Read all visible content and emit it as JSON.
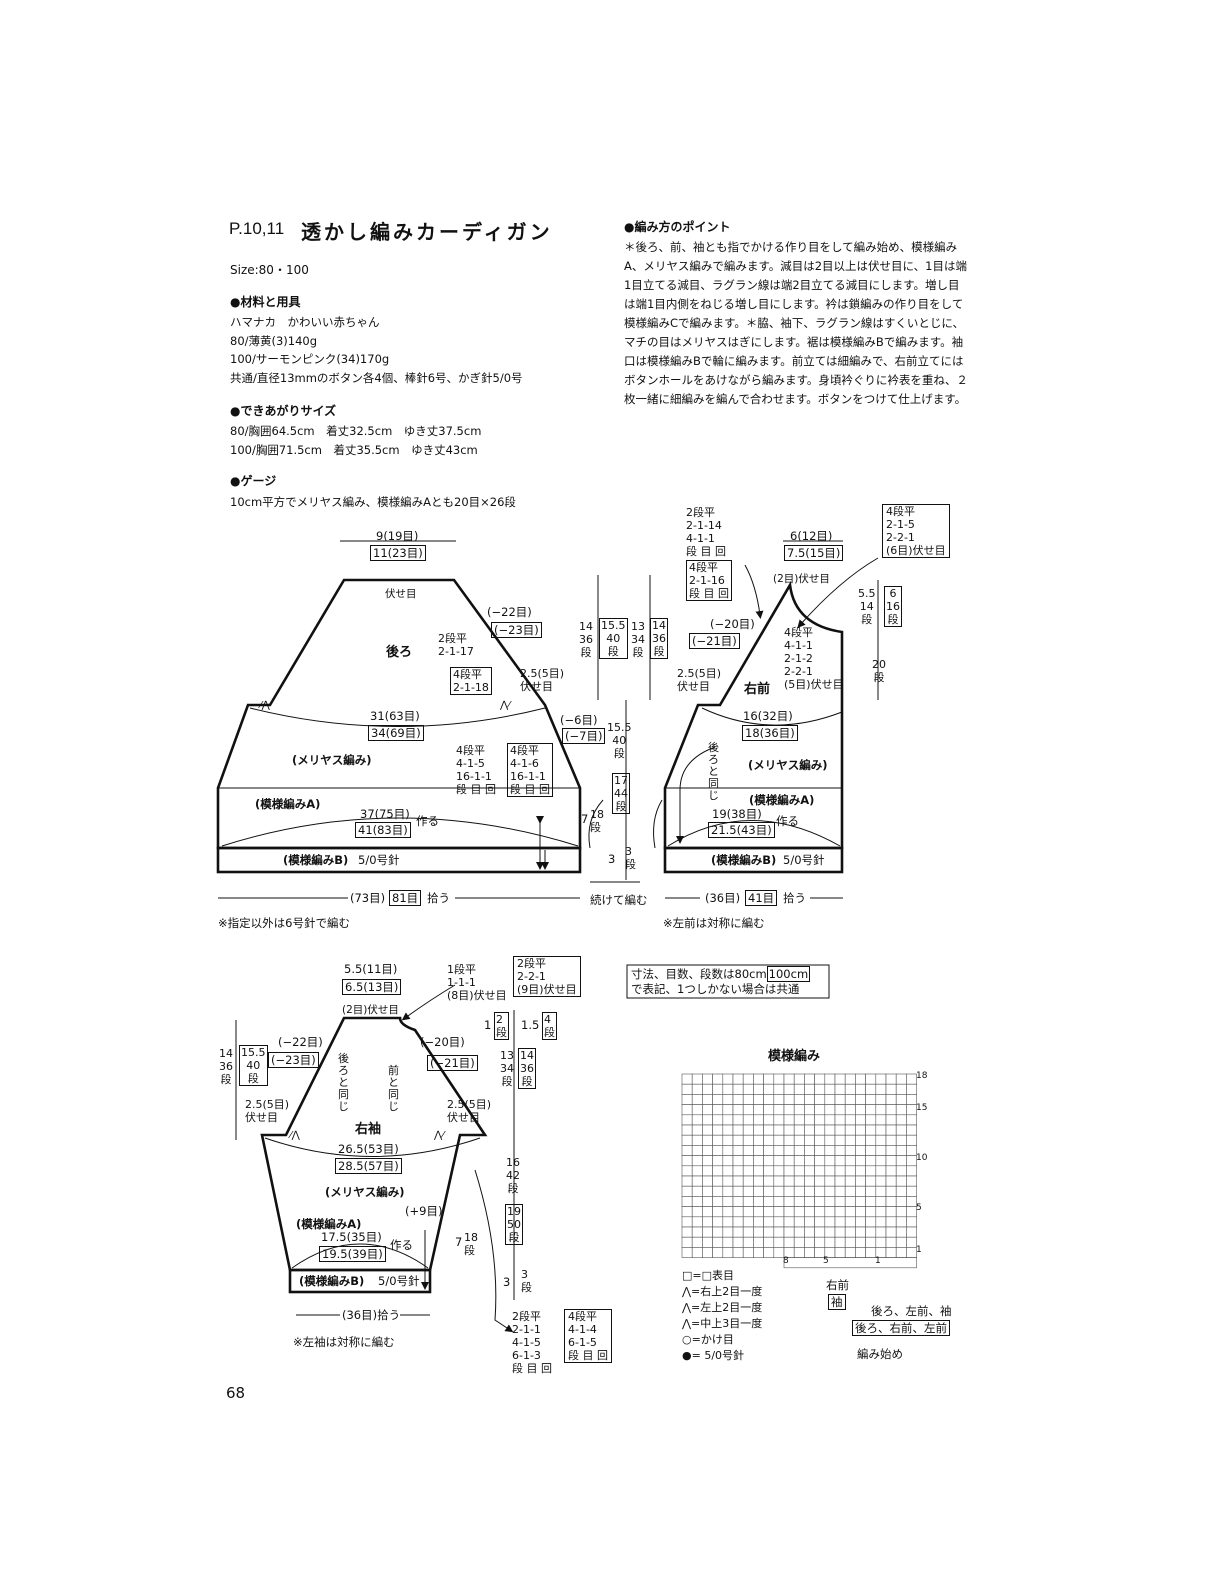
{
  "header": {
    "page_ref": "P.10,11",
    "title": "透かし編みカーディガン",
    "size": "Size:80・100"
  },
  "materials": {
    "heading": "●材料と用具",
    "lines": [
      "ハマナカ　かわいい赤ちゃん",
      "80/薄黄(3)140g",
      "100/サーモンピンク(34)170g",
      "共通/直径13mmのボタン各4個、棒針6号、かぎ針5/0号"
    ]
  },
  "finished": {
    "heading": "●できあがりサイズ",
    "lines": [
      "80/胸囲64.5cm　着丈32.5cm　ゆき丈37.5cm",
      "100/胸囲71.5cm　着丈35.5cm　ゆき丈43cm"
    ]
  },
  "gauge": {
    "heading": "●ゲージ",
    "lines": [
      "10cm平方でメリヤス編み、模様編みAとも20目×26段"
    ]
  },
  "points": {
    "heading": "●編み方のポイント",
    "text": "＊後ろ、前、袖とも指でかける作り目をして編み始め、模様編みA、メリヤス編みで編みます。減目は2目以上は伏せ目に、1目は端1目立てる減目、ラグラン線は端2目立てる減目にします。増し目は端1目内側をねじる増し目にします。衿は鎖編みの作り目をして模様編みCで編みます。＊脇、袖下、ラグラン線はすくいとじに、マチの目はメリヤスはぎにします。裾は模様編みBで編みます。袖口は模様編みBで輪に編みます。前立ては細編みで、右前立てにはボタンホールをあけながら編みます。身頃衿ぐりに衿表を重ね、２枚一緒に細編みを編んで合わせます。ボタンをつけて仕上げます。"
  },
  "back": {
    "top1": "9(19目)",
    "top2": "11(23目)",
    "bindoff": "伏せ目",
    "name": "後ろ",
    "dec_a": "2段平\n2-1-17",
    "dec_b": "4段平\n2-1-18",
    "side_a": "(−22目)",
    "side_b": "(−23目)",
    "arm": "2.5(5目)\n伏せ目",
    "chest1": "31(63目)",
    "chest2": "34(69目)",
    "stockinette": "(メリヤス編み)",
    "shape_a": "4段平\n4-1-5\n16-1-1\n段 目 回",
    "shape_b": "4段平\n4-1-6\n16-1-1\n段 目 回",
    "pat_a": "(模様編みA)",
    "cast1": "37(75目)",
    "cast2": "41(83目)",
    "make": "作る",
    "pat_b": "(模様編みB)",
    "needle": "5/0号針",
    "sdec_a": "(−6目)",
    "sdec_b": "(−7目)",
    "bottom1": "(73目)",
    "bottom2": "81目",
    "pick": "拾う",
    "note": "※指定以外は6号針で編む"
  },
  "center": {
    "r1_a": "14\n36\n段",
    "r1_b": "15.5\n40\n段",
    "r2_a": "13\n34\n段",
    "r2_b": "14\n36\n段",
    "mid_a": "15.5\n40\n段",
    "mid_b": "17\n44\n段",
    "seven": "7",
    "eighteen": "18\n段",
    "three": "3",
    "three_b": "3\n段",
    "continue": "続けて編む"
  },
  "front": {
    "top_neck_a": "2段平\n2-1-14\n4-1-1\n段 目 回",
    "top_neck_b": "4段平\n2-1-16\n段 目 回",
    "top1": "6(12目)",
    "top2": "7.5(15目)",
    "neck_bo": "(2目)伏せ目",
    "neck_r": "4段平\n2-1-5\n2-2-1\n(6目)伏せ目",
    "side_a": "(−20目)",
    "side_b": "(−21目)",
    "neck_dec": "4段平\n4-1-1\n2-1-2\n2-2-1\n(5目)伏せ目",
    "arm": "2.5(5目)\n伏せ目",
    "name": "右前",
    "chest1": "16(32目)",
    "chest2": "18(36目)",
    "same": "後ろと同じ",
    "stockinette": "(メリヤス編み)",
    "pat_a": "(模様編みA)",
    "cast1": "19(38目)",
    "cast2": "21.5(43目)",
    "make": "作る",
    "pat_b": "(模様編みB)",
    "needle": "5/0号針",
    "bottom1": "(36目)",
    "bottom2": "41目",
    "pick": "拾う",
    "note": "※左前は対称に編む",
    "right_a": "5.5\n14\n段",
    "right_b": "6\n16\n段",
    "right_c": "20\n段"
  },
  "sleeve": {
    "top1": "5.5(11目)",
    "top2": "6.5(13目)",
    "bo": "(2目)伏せ目",
    "dec_1": "1段平\n1-1-1\n(8目)伏せ目",
    "dec_2": "2段平\n2-2-1\n(9目)伏せ目",
    "l_a": "14\n36\n段",
    "l_b": "15.5\n40\n段",
    "s_a": "(−22目)",
    "s_b": "(−23目)",
    "same_back": "後ろと同じ",
    "same_front": "前と同じ",
    "r_a": "(−20目)",
    "r_b": "(−21目)",
    "arm_l": "2.5(5目)\n伏せ目",
    "arm_r": "2.5(5目)\n伏せ目",
    "name": "右袖",
    "w1": "26.5(53目)",
    "w2": "28.5(57目)",
    "stockinette": "(メリヤス編み)",
    "inc": "(+9目)",
    "pat_a": "(模様編みA)",
    "cast1": "17.5(35目)",
    "cast2": "19.5(39目)",
    "make": "作る",
    "pat_b": "(模様編みB)",
    "needle": "5/0号針",
    "bottom": "(36目)拾う",
    "note": "※左袖は対称に編む",
    "c1": "1",
    "c2": "2\n段",
    "c3": "1.5",
    "c4": "4\n段",
    "c5": "13\n34\n段",
    "c6": "14\n36\n段",
    "c7": "16\n42\n段",
    "c8": "19\n50\n段",
    "seven": "7",
    "c9": "18\n段",
    "three": "3",
    "c10": "3\n段",
    "inc_a": "2段平\n2-1-1\n4-1-5\n6-1-3\n段 目 回",
    "inc_b": "4段平\n4-1-4\n6-1-5\n段 目 回"
  },
  "legend_note": {
    "line1a": "寸法、目数、段数は80cm",
    "line1b": "100cm",
    "line2": "で表記、1つしかない場合は共通"
  },
  "chart": {
    "title": "模様編み",
    "row_labels": [
      "18",
      "15",
      "10",
      "5",
      "1"
    ],
    "col_labels": [
      "8",
      "5",
      "1"
    ],
    "key": [
      {
        "sym": "□=□",
        "text": "表目"
      },
      {
        "sym": "⋀",
        "text": "=右上2目一度"
      },
      {
        "sym": "⋀",
        "text": "=左上2目一度"
      },
      {
        "sym": "⋀",
        "text": "=中上3目一度"
      },
      {
        "sym": "○",
        "text": "=かけ目"
      },
      {
        "sym": "●",
        "text": "= 5/0号針"
      }
    ],
    "start_front": "右前",
    "start_sleeve": "袖",
    "start_1": "後ろ、左前、袖",
    "start_2": "後ろ、右前、左前",
    "start_label": "編み始め"
  },
  "page_number": "68"
}
